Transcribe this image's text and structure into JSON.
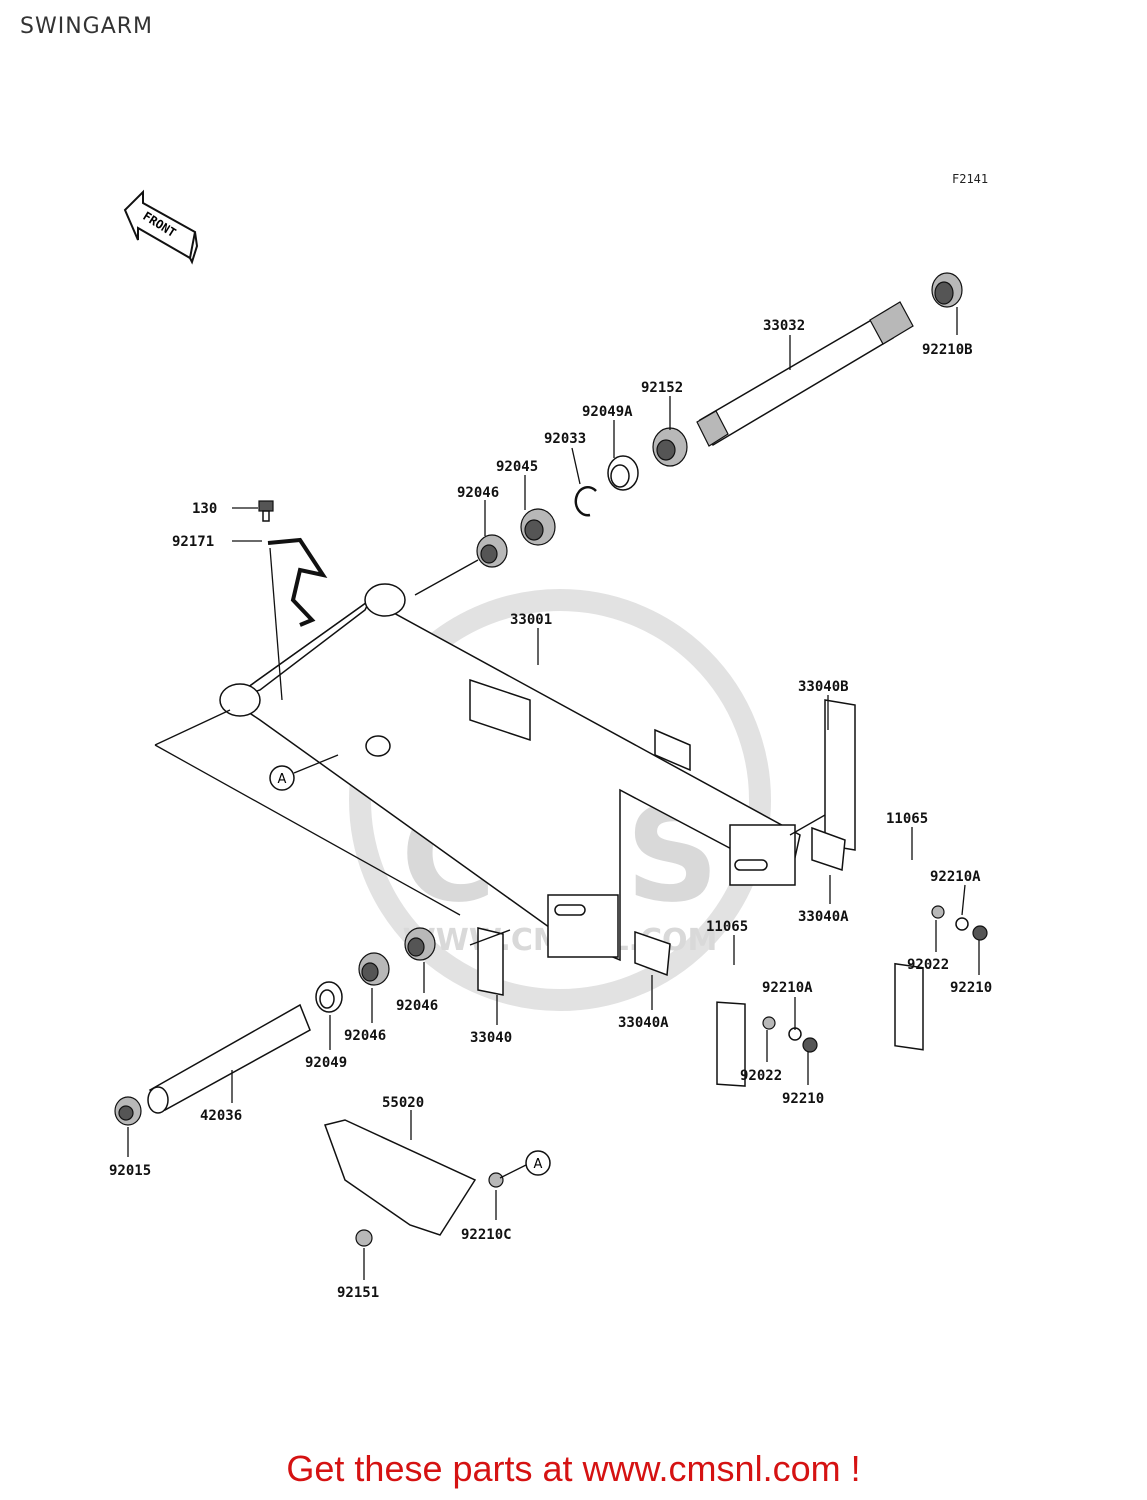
{
  "page": {
    "title": "SWINGARM",
    "figure_code": "F2141"
  },
  "front_marker": {
    "label": "FRONT",
    "icon": "front-direction-arrow-icon"
  },
  "watermark": {
    "text": "CMS",
    "url_text": "WWW.CMSNL.COM"
  },
  "callouts": [
    {
      "label": "33032"
    },
    {
      "label": "92210B"
    },
    {
      "label": "92152"
    },
    {
      "label": "92049A"
    },
    {
      "label": "92033"
    },
    {
      "label": "92045"
    },
    {
      "label": "92046"
    },
    {
      "label": "130"
    },
    {
      "label": "92171"
    },
    {
      "label": "33001"
    },
    {
      "label": "33040B"
    },
    {
      "label": "11065"
    },
    {
      "label": "92210A"
    },
    {
      "label": "33040A"
    },
    {
      "label": "92022"
    },
    {
      "label": "92210"
    },
    {
      "label": "11065"
    },
    {
      "label": "92210A"
    },
    {
      "label": "33040A"
    },
    {
      "label": "92022"
    },
    {
      "label": "92210"
    },
    {
      "label": "33040"
    },
    {
      "label": "92046"
    },
    {
      "label": "92046"
    },
    {
      "label": "92049"
    },
    {
      "label": "42036"
    },
    {
      "label": "92015"
    },
    {
      "label": "55020"
    },
    {
      "label": "92210C"
    },
    {
      "label": "92151"
    }
  ],
  "reference_marks": [
    {
      "label": "A"
    },
    {
      "label": "A"
    }
  ],
  "promo": {
    "text": "Get these parts at www.cmsnl.com !"
  },
  "colors": {
    "promo": "#d51212",
    "ink": "#111111",
    "watermark": "#d9d9d9"
  }
}
